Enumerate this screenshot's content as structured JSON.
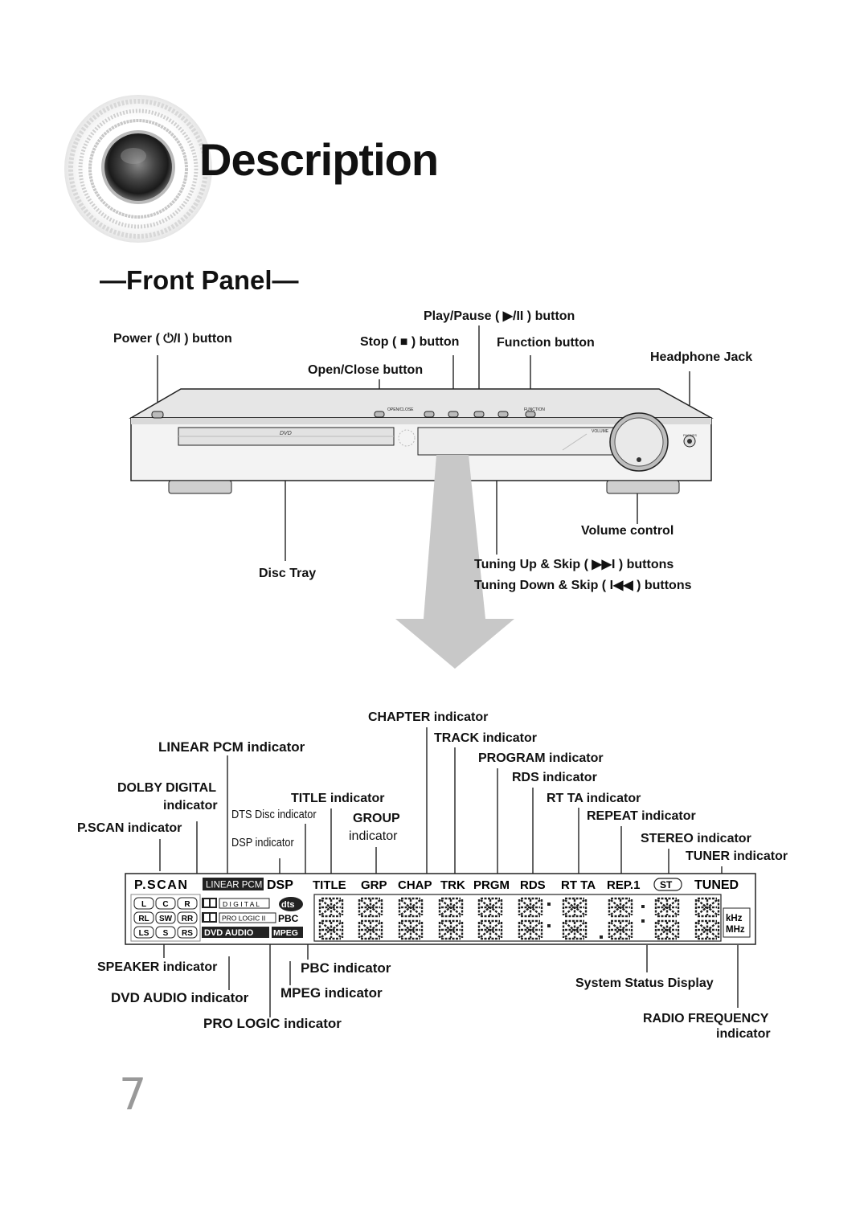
{
  "header": {
    "title": "Description",
    "section": "—Front Panel—"
  },
  "front_panel": {
    "labels": {
      "play_pause": "Play/Pause ( ▶/II ) button",
      "power": "Power ( ⏻/I ) button",
      "stop": "Stop ( ■ ) button",
      "function": "Function button",
      "headphone": "Headphone Jack",
      "open_close": "Open/Close button",
      "volume": "Volume control",
      "disc_tray": "Disc Tray",
      "tuning_up": "Tuning Up & Skip ( ▶▶I ) buttons",
      "tuning_down": "Tuning Down & Skip ( I◀◀ ) buttons"
    },
    "device_text": {
      "open_close": "OPEN/CLOSE",
      "function": "FUNCTION",
      "volume": "VOLUME",
      "dvd": "DVD",
      "phones": "PHONES"
    }
  },
  "display_panel": {
    "labels": {
      "chapter": "CHAPTER indicator",
      "track": "TRACK indicator",
      "linear_pcm": "LINEAR PCM indicator",
      "program": "PROGRAM indicator",
      "rds": "RDS indicator",
      "dolby_digital_1": "DOLBY DIGITAL",
      "dolby_digital_2": "indicator",
      "title": "TITLE indicator",
      "rt_ta": "RT TA indicator",
      "dts": "DTS Disc indicator",
      "group_1": "GROUP",
      "group_2": "indicator",
      "repeat": "REPEAT indicator",
      "pscan": "P.SCAN indicator",
      "stereo": "STEREO indicator",
      "dsp": "DSP indicator",
      "tuner": "TUNER indicator",
      "speaker": "SPEAKER indicator",
      "pbc": "PBC indicator",
      "system_status": "System Status Display",
      "dvd_audio": "DVD AUDIO indicator",
      "mpeg": "MPEG indicator",
      "pro_logic": "PRO LOGIC indicator",
      "radio_freq_1": "RADIO FREQUENCY",
      "radio_freq_2": "indicator"
    },
    "display_text": {
      "pscan": "P.SCAN",
      "linear_pcm": "LINEAR PCM",
      "dsp": "DSP",
      "title": "TITLE",
      "grp": "GRP",
      "chap": "CHAP",
      "trk": "TRK",
      "prgm": "PRGM",
      "rds": "RDS",
      "rt_ta": "RT TA",
      "rep1": "REP.1",
      "st": "ST",
      "tuned": "TUNED",
      "digital": "D I G I T A L",
      "pro_logic": "PRO LOGIC II",
      "pbc": "PBC",
      "dvd_audio": "DVD AUDIO",
      "mpeg": "MPEG",
      "khz": "kHz",
      "mhz": "MHz",
      "dts": "dts",
      "spk_l": "L",
      "spk_c": "C",
      "spk_r": "R",
      "spk_rl": "RL",
      "spk_sw": "SW",
      "spk_rr": "RR",
      "spk_ls": "LS",
      "spk_s": "S",
      "spk_rs": "RS"
    }
  },
  "footer": {
    "page_number": "7"
  }
}
